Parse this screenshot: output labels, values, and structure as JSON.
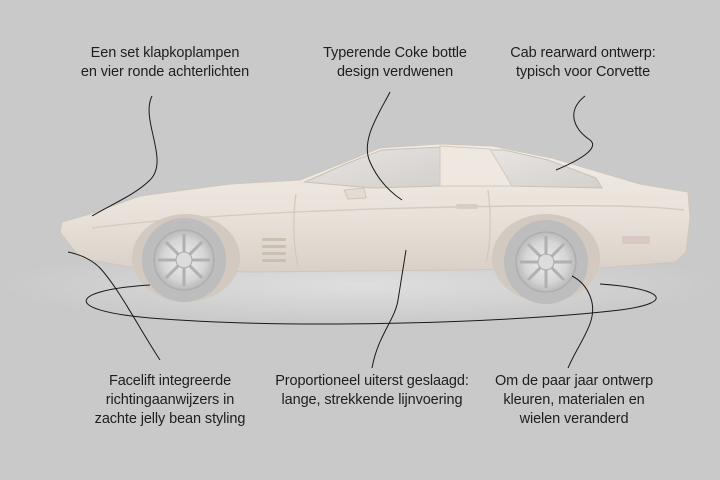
{
  "annotations": {
    "headlights": {
      "line1": "Een set klapkoplampen",
      "line2": "en vier ronde achterlichten"
    },
    "coke_bottle": {
      "line1": "Typerende Coke bottle",
      "line2": "design verdwenen"
    },
    "cab_rearward": {
      "line1": "Cab rearward ontwerp:",
      "line2": "typisch voor Corvette"
    },
    "facelift": {
      "line1": "Facelift integreerde",
      "line2": "richtingaanwijzers in",
      "line3": "zachte jelly bean styling"
    },
    "proportion": {
      "line1": "Proportioneel uiterst geslaagd:",
      "line2": "lange, strekkende lijnvoering"
    },
    "variation": {
      "line1": "Om de paar jaar ontwerp",
      "line2": "kleuren, materialen en",
      "line3": "wielen veranderd"
    }
  },
  "colors": {
    "background": "#c9c9c9",
    "car_body": "#ece6df",
    "line": "#1a1a1a"
  }
}
